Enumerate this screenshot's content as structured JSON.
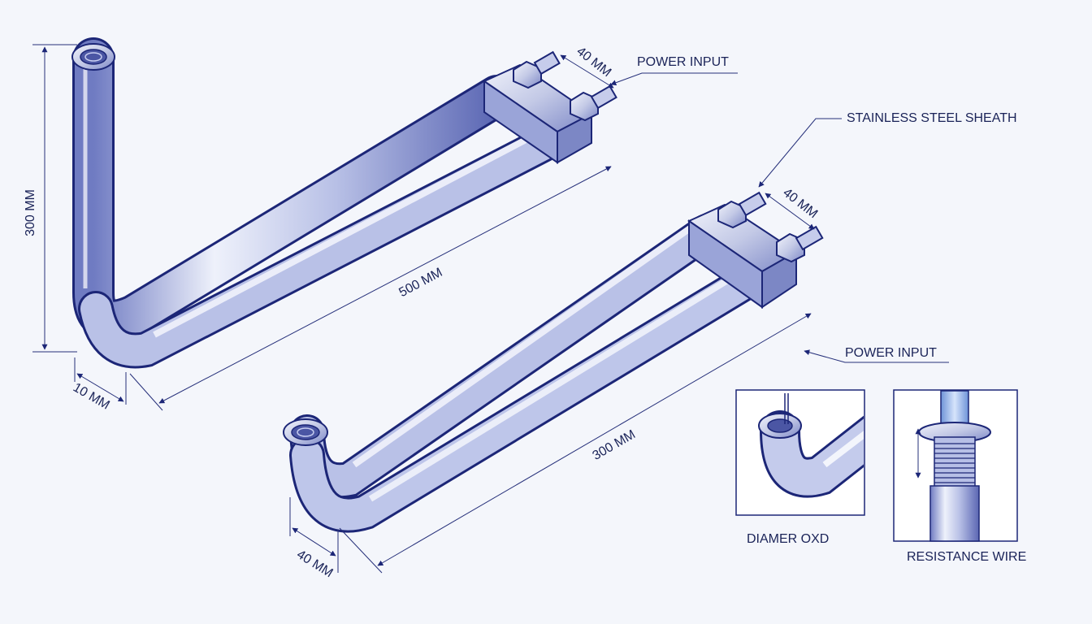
{
  "labels": {
    "power_input_top": "POWER INPUT",
    "stainless_steel_sheath": "STAINLESS STEEL SHEATH",
    "power_input_right": "POWER INPUT",
    "diameter_oxd": "DIAMER OXD",
    "resistance_wire": "RESISTANCE WIRE"
  },
  "dimensions": {
    "left_height": "300 MM",
    "left_length": "500 MM",
    "left_bend": "10 MM",
    "left_terminal": "40 MM",
    "right_terminal": "40 MM",
    "right_length": "300 MM",
    "right_bend": "40 MM"
  },
  "colors": {
    "outline": "#1c2677",
    "tube_light": "#eef1fb",
    "tube_mid": "#a9b3e0",
    "tube_dark": "#5a66b3",
    "background": "#f4f6fb",
    "wire_core": "#8fb3ea"
  }
}
